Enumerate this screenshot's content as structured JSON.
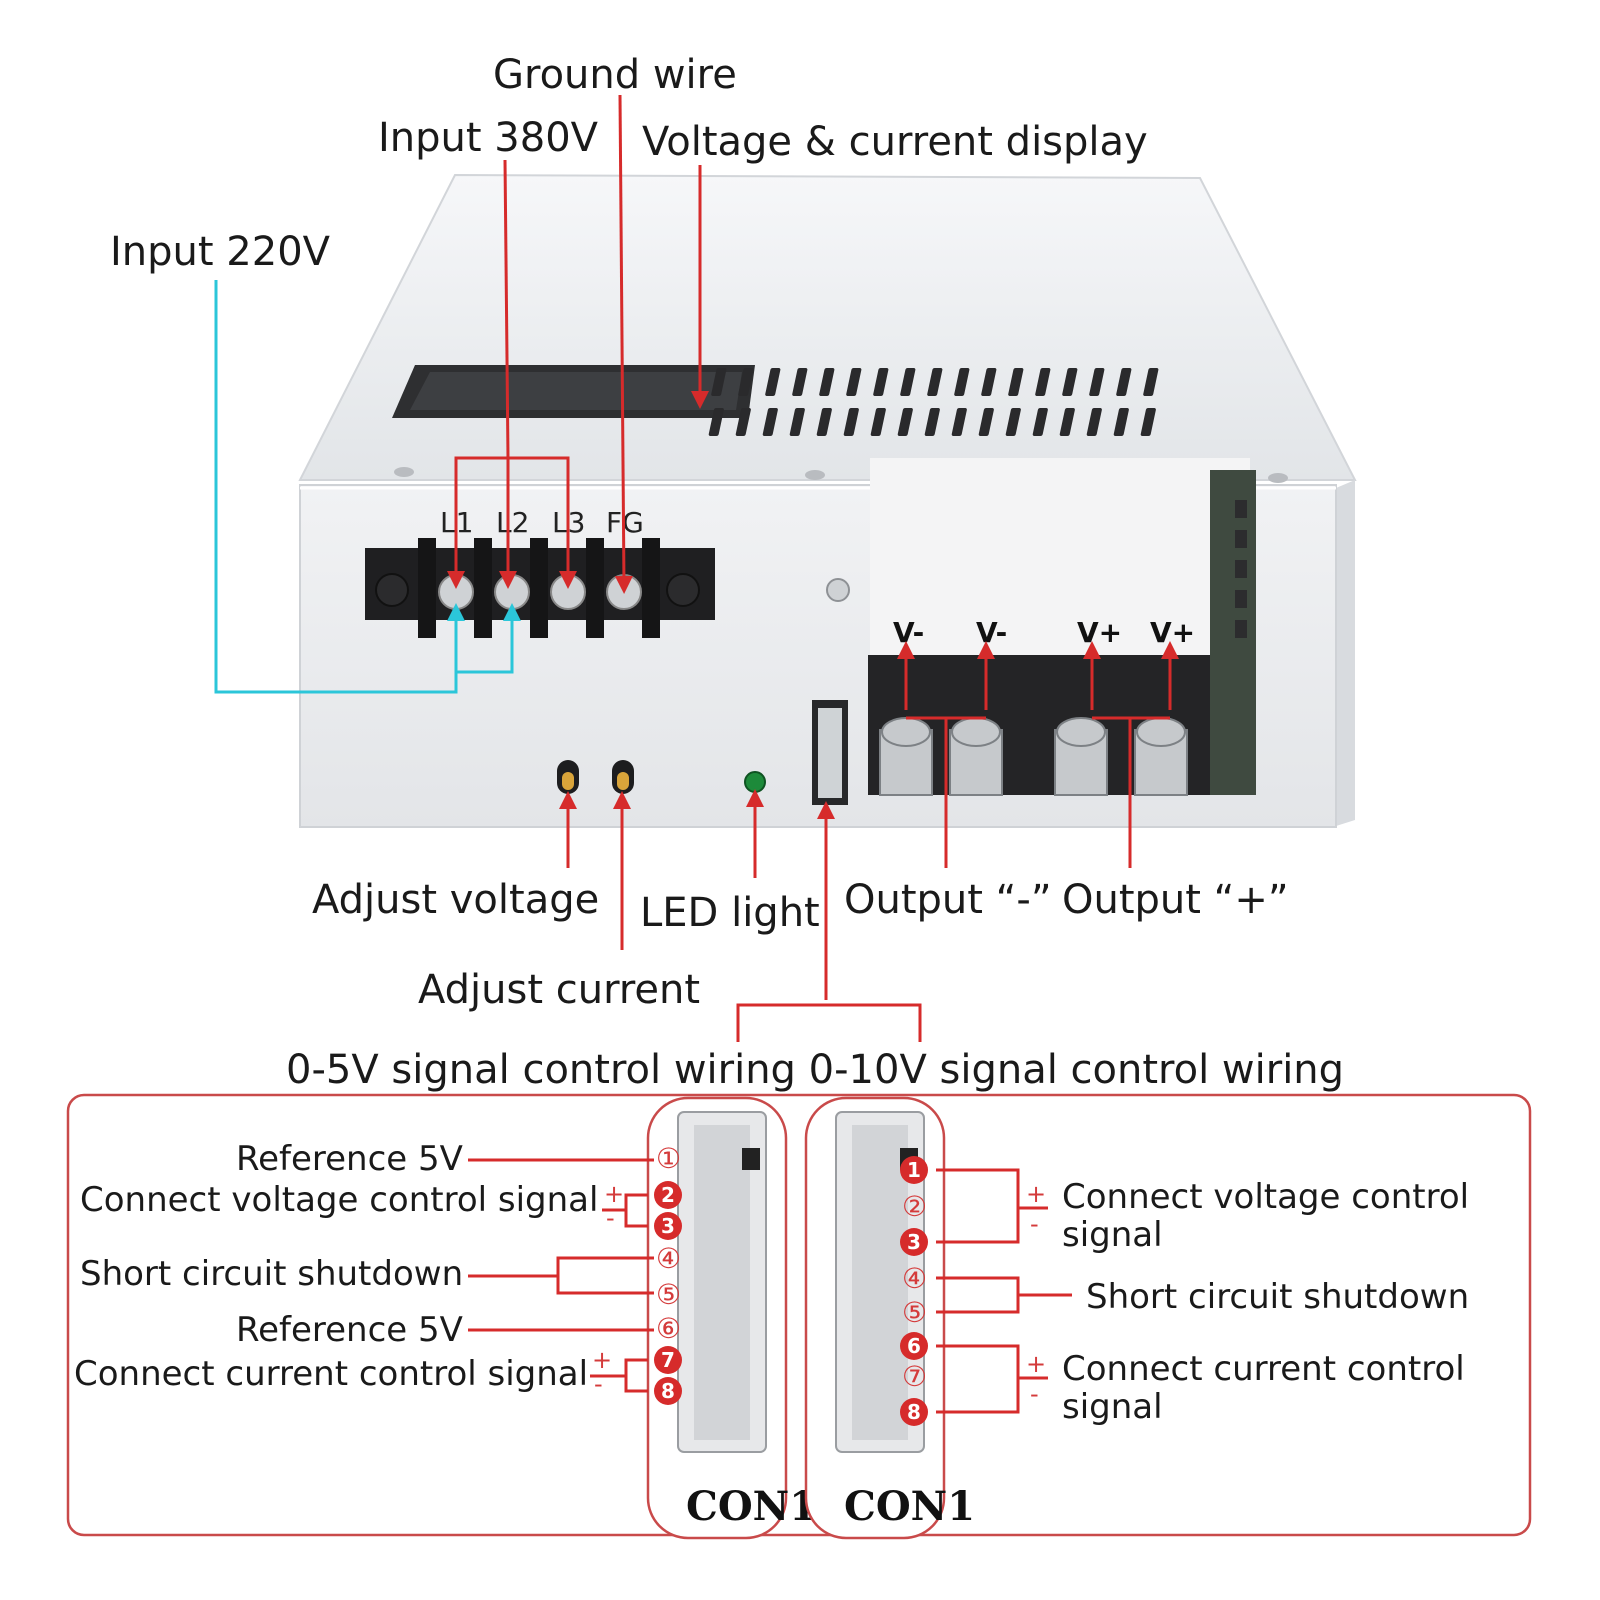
{
  "colors": {
    "accent_red": "#d62b2b",
    "accent_cyan": "#2bc6d9",
    "housing": "#eceef0",
    "panel_border": "#c94a4a"
  },
  "top_labels": {
    "ground_wire": "Ground wire",
    "input_380v": "Input 380V",
    "display": "Voltage & current display",
    "input_220v": "Input 220V"
  },
  "terminal_block": {
    "labels": [
      "L1",
      "L2",
      "L3",
      "FG"
    ]
  },
  "output_terminals": {
    "labels": [
      "V-",
      "V-",
      "V+",
      "V+"
    ]
  },
  "bottom_labels": {
    "adjust_voltage": "Adjust voltage",
    "adjust_current": "Adjust current",
    "led_light": "LED light",
    "output_neg": "Output “-”",
    "output_pos": "Output “+”"
  },
  "wiring_title": "0-5V signal control wiring 0-10V signal control wiring",
  "connector_label": "CON1",
  "left_pins": {
    "ref5v_a": "Reference 5V",
    "voltage_signal": "Connect voltage control signal",
    "short_circuit": "Short circuit shutdown",
    "ref5v_b": "Reference 5V",
    "current_signal": "Connect current control signal"
  },
  "right_pins": {
    "voltage_line1": "Connect voltage control",
    "voltage_line2": "signal",
    "short_circuit": "Short circuit shutdown",
    "current_line1": "Connect current control",
    "current_line2": "signal"
  },
  "pin_numbers": [
    "①",
    "②",
    "③",
    "④",
    "⑤",
    "⑥",
    "⑦",
    "⑧"
  ],
  "pin_digits": [
    "1",
    "2",
    "3",
    "4",
    "5",
    "6",
    "7",
    "8"
  ],
  "plus_sign": "+",
  "minus_sign": "-"
}
